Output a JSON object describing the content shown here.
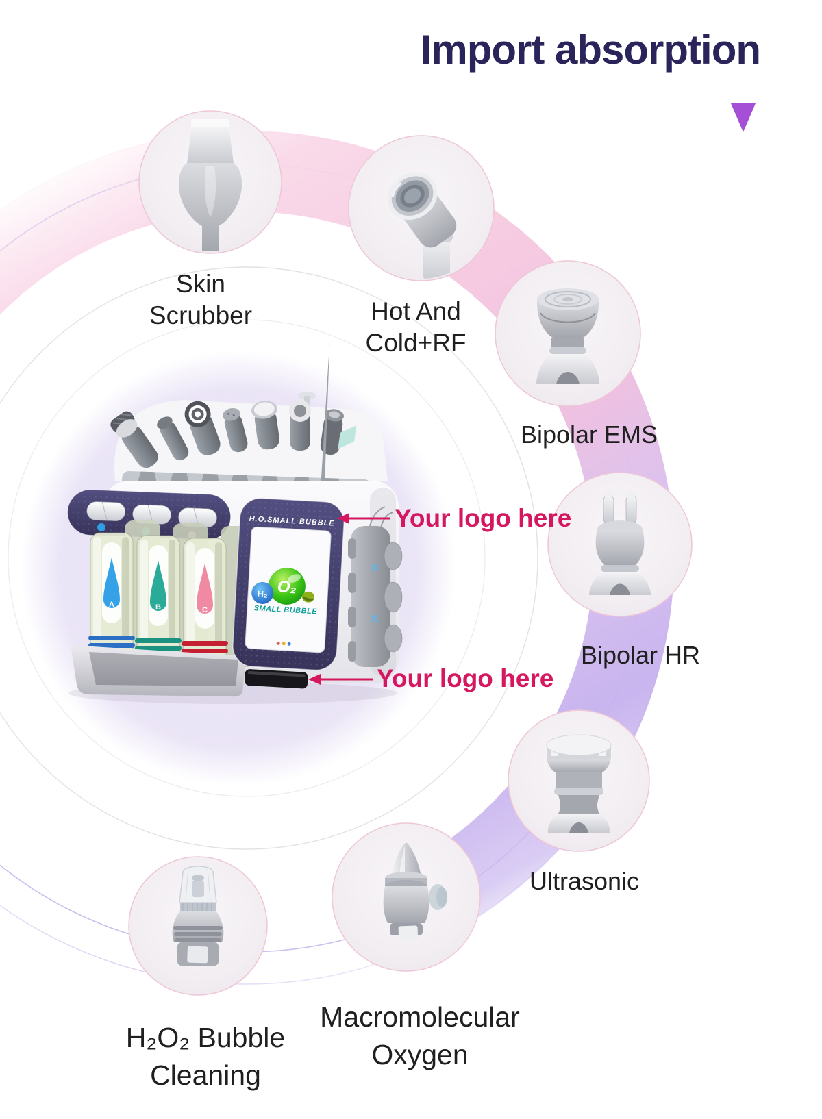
{
  "title": {
    "text": "Import absorption",
    "color": "#29245a"
  },
  "pointer_icon": {
    "color": "#a44fd6"
  },
  "annotations": {
    "logo_callout_top": "Your logo here",
    "logo_callout_bottom": "Your logo here",
    "color": "#d4175f"
  },
  "attachments": [
    {
      "name": "Skin Scrubber",
      "lines": [
        "Skin",
        "Scrubber"
      ]
    },
    {
      "name": "Hot And Cold+RF",
      "lines": [
        "Hot And",
        "Cold+RF"
      ]
    },
    {
      "name": "Bipolar EMS",
      "lines": [
        "Bipolar EMS"
      ]
    },
    {
      "name": "Bipolar HR",
      "lines": [
        "Bipolar HR"
      ]
    },
    {
      "name": "Ultrasonic",
      "lines": [
        "Ultrasonic"
      ]
    },
    {
      "name": "Macromolecular Oxygen",
      "lines": [
        "Macromolecular",
        "Oxygen"
      ]
    },
    {
      "name": "H₂O₂ Bubble Cleaning",
      "lines": [
        "H₂O₂ Bubble",
        "Cleaning"
      ]
    }
  ],
  "machine": {
    "panel_display_text": "H.O.SMALL BUBBLE",
    "screen_logo": {
      "hydrogen": "H₂",
      "oxygen": "O₂",
      "caption": "SMALL BUBBLE"
    },
    "bottle_labels": [
      "A",
      "B",
      "C"
    ]
  },
  "palette": {
    "ring_pink": "#f6c9e0",
    "ring_purple": "#c6b1ee",
    "label_text": "#1f1f1f",
    "machine_navy": "#403c68"
  }
}
